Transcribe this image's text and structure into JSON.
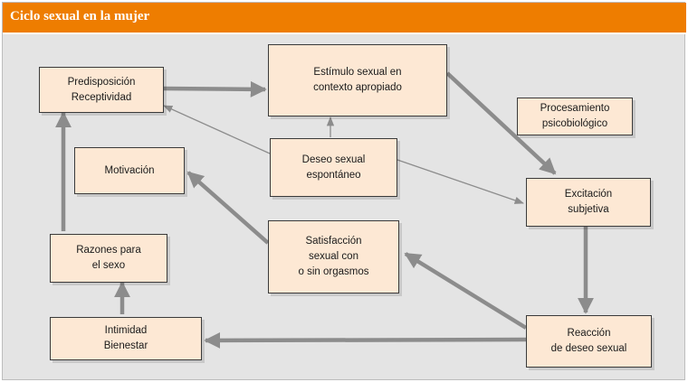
{
  "title": "Ciclo sexual en la mujer",
  "colors": {
    "header": "#ee7d00",
    "box_fill": "#fde8d4",
    "background": "#e4e4e4",
    "arrow": "#8c8c8c"
  },
  "nodes": {
    "predisposicion": "Predisposición\nReceptividad",
    "estimulo": "Estímulo sexual en\ncontexto apropiado",
    "procesamiento": "Procesamiento\npsicobiológico",
    "motivacion": "Motivación",
    "deseo_espontaneo": "Deseo sexual\nespontáneo",
    "excitacion": "Excitación\nsubjetiva",
    "razones": "Razones para\nel sexo",
    "satisfaccion": "Satisfacción\nsexual con\no sin orgasmos",
    "intimidad": "Intimidad\nBienestar",
    "reaccion": "Reacción\nde deseo sexual"
  }
}
